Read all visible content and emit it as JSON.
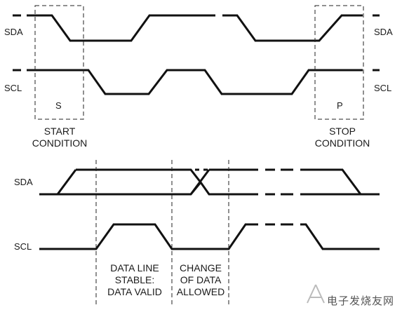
{
  "labels": {
    "sda": "SDA",
    "scl": "SCL",
    "start_symbol": "S",
    "stop_symbol": "P",
    "start_line1": "START",
    "start_line2": "CONDITION",
    "stop_line1": "STOP",
    "stop_line2": "CONDITION",
    "stable_line1": "DATA LINE",
    "stable_line2": "STABLE:",
    "stable_line3": "DATA VALID",
    "change_line1": "CHANGE",
    "change_line2": "OF DATA",
    "change_line3": "ALLOWED"
  },
  "watermark": "电子发烧友网",
  "colors": {
    "line": "#111111",
    "background": "#ffffff"
  }
}
